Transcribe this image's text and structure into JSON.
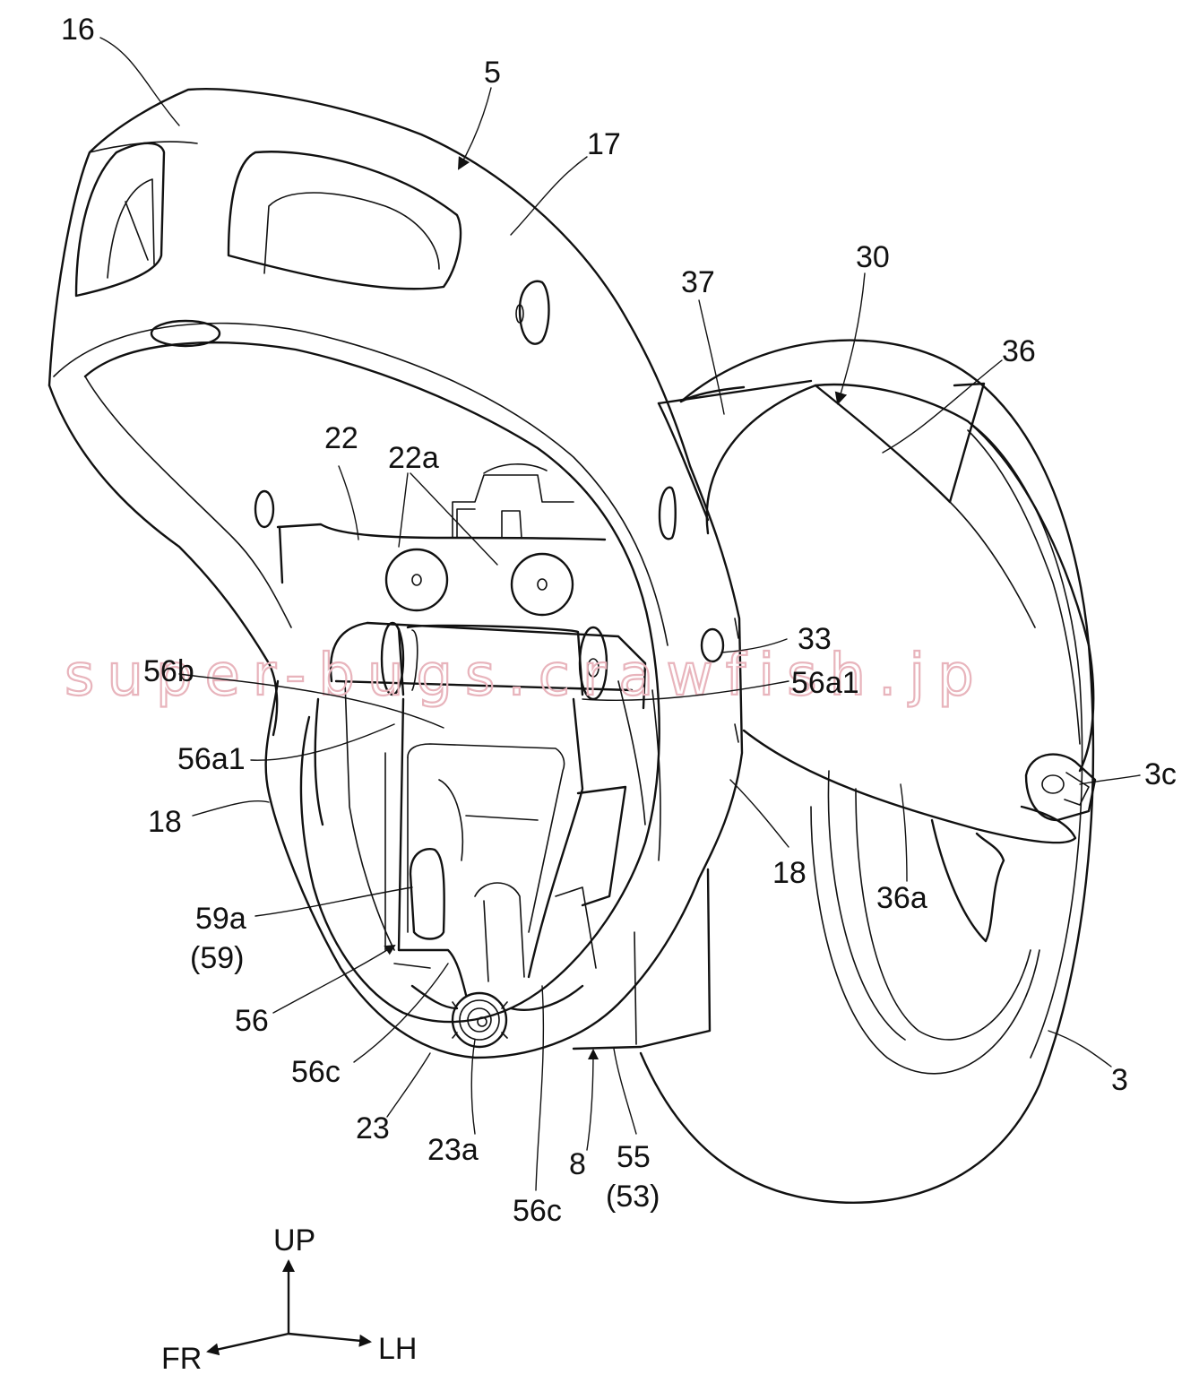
{
  "labels": {
    "l16": "16",
    "l5": "5",
    "l17": "17",
    "l30": "30",
    "l37": "37",
    "l36": "36",
    "l22": "22",
    "l22a": "22a",
    "l33": "33",
    "l56b": "56b",
    "l56a1_left": "56a1",
    "l56a1_right": "56a1",
    "l3c": "3c",
    "l18_left": "18",
    "l18_right": "18",
    "l36a": "36a",
    "l59a": "59a",
    "l59": "(59)",
    "l56": "56",
    "l56c_left": "56c",
    "l56c_bottom": "56c",
    "l23": "23",
    "l23a": "23a",
    "l8": "8",
    "l55": "55",
    "l53": "(53)",
    "l3": "3"
  },
  "direction_indicator": {
    "up": "UP",
    "front": "FR",
    "left_hand": "LH"
  },
  "watermark": {
    "text": "super-bugs.crawfish.jp",
    "color": "#e8b4bc"
  }
}
